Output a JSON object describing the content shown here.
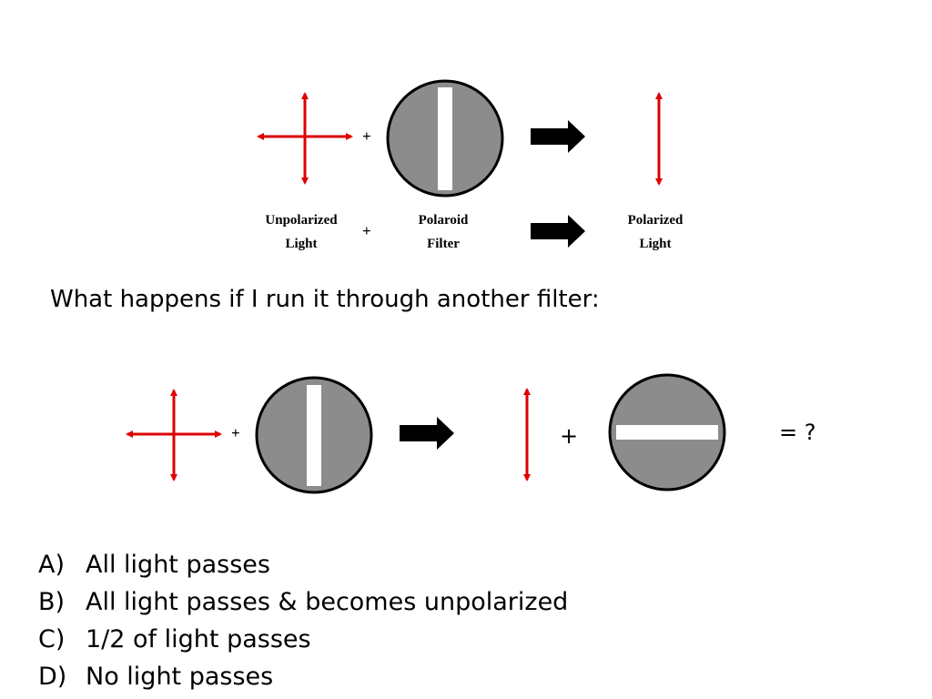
{
  "diagram": {
    "colors": {
      "light_arrow": "#dd0000",
      "filter_fill": "#8c8c8c",
      "slit": "#ffffff",
      "outline": "#000000",
      "block_arrow": "#000000"
    },
    "icons": [
      "unpolarized-light-icon",
      "polaroid-filter-icon",
      "right-arrow-icon",
      "polarized-light-icon"
    ],
    "top": {
      "plus": "+",
      "labels": {
        "unpolarized": "Unpolarized\nLight",
        "plus": "+",
        "filter": "Polaroid\nFilter",
        "polarized": "Polarized\nLight"
      }
    },
    "bottom": {
      "plus_small": "+",
      "plus_large": "+",
      "equals": "= ?"
    }
  },
  "question": "What happens if I run it through another filter:",
  "choices": [
    {
      "letter": "A)",
      "text": "All light passes"
    },
    {
      "letter": "B)",
      "text": "All light passes & becomes unpolarized"
    },
    {
      "letter": "C)",
      "text": "1/2 of light passes"
    },
    {
      "letter": "D)",
      "text": "No light passes"
    }
  ]
}
